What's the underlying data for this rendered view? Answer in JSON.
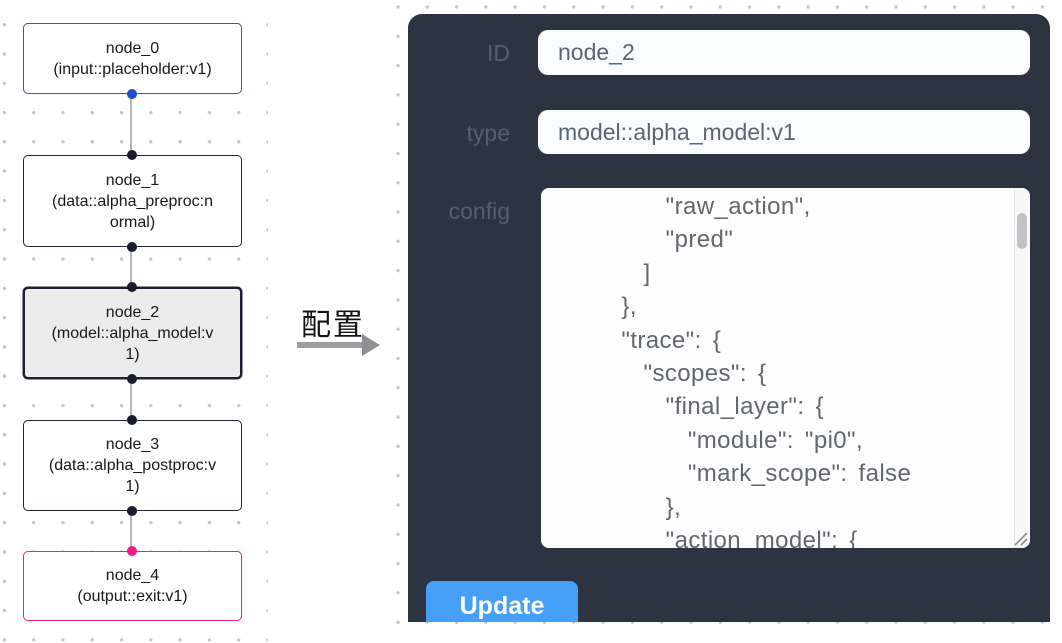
{
  "canvas": {
    "nodes": [
      {
        "title": "node_0",
        "subtitle": "(input::placeholder:v1)",
        "kind": "input",
        "selected": false
      },
      {
        "title": "node_1",
        "subtitle": "(data::alpha_preproc:normal)",
        "kind": "default",
        "selected": false
      },
      {
        "title": "node_2",
        "subtitle": "(model::alpha_model:v1)",
        "kind": "default",
        "selected": true
      },
      {
        "title": "node_3",
        "subtitle": "(data::alpha_postproc:v1)",
        "kind": "default",
        "selected": false
      },
      {
        "title": "node_4",
        "subtitle": "(output::exit:v1)",
        "kind": "output",
        "selected": false
      }
    ]
  },
  "transition": {
    "label": "配置"
  },
  "panel": {
    "fields": [
      {
        "label": "ID",
        "value": "node_2"
      },
      {
        "label": "type",
        "value": "model::alpha_model:v1"
      }
    ],
    "config": {
      "label": "config",
      "lines": [
        "          \"raw_action\",",
        "          \"pred\"",
        "        ]",
        "      },",
        "      \"trace\": {",
        "        \"scopes\": {",
        "          \"final_layer\": {",
        "            \"module\": \"pi0\",",
        "            \"mark_scope\": false",
        "          },",
        "          \"action_model\": {"
      ]
    },
    "update_button": "Update"
  },
  "colors": {
    "panel_bg": "#2c3442",
    "button_blue": "#47a0f7",
    "input_node_accent": "#2b57c8",
    "output_node_accent": "#e72479",
    "default_node_border": "#22243a",
    "selected_node_bg": "#ececec",
    "edge_gray": "#b4b4b9"
  }
}
